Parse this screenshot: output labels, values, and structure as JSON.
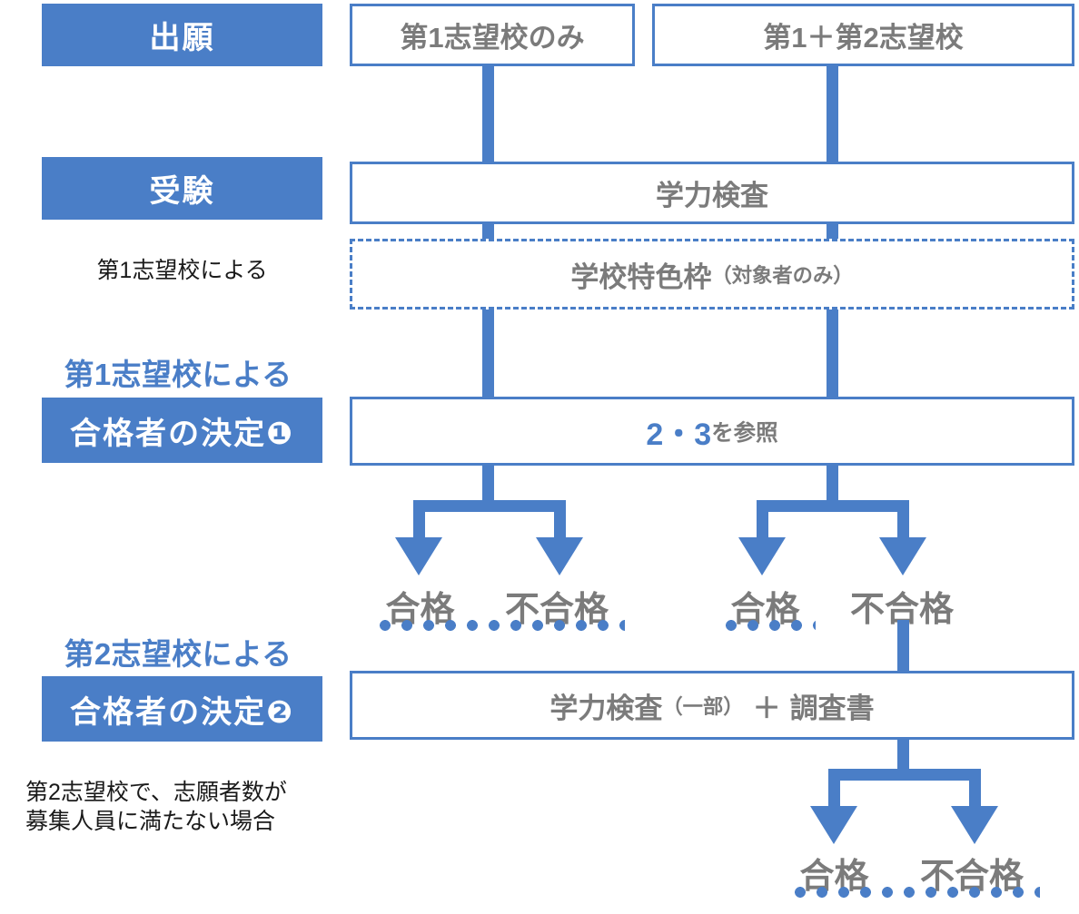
{
  "diagram": {
    "title_semantic": "high-school-admission-selection-flow",
    "colors": {
      "accent_blue": "#4a7ec7",
      "box_text_gray": "#7b7b7b",
      "note_text": "#1a1a1a",
      "chip_text": "#ffffff",
      "background": "#ffffff"
    }
  },
  "stages": [
    {
      "key": "application",
      "chip_label": "出願",
      "over_label": "",
      "note": ""
    },
    {
      "key": "examination",
      "chip_label": "受験",
      "over_label": "",
      "note": "第1志望校による"
    },
    {
      "key": "decision1",
      "chip_label": "合格者の決定❶",
      "over_label": "第1志望校による",
      "note": ""
    },
    {
      "key": "decision2",
      "chip_label": "合格者の決定❷",
      "over_label": "第2志望校による",
      "note": "第2志望校で、志願者数が\n募集人員に満たない場合"
    }
  ],
  "boxes": {
    "application_first_only": "第1志望校のみ",
    "application_first_plus_second": "第1＋第2志望校",
    "academic_test": "学力検査",
    "school_special_frame_main": "学校特色枠",
    "school_special_frame_sub": "（対象者のみ）",
    "reference_numbers": "2・3",
    "reference_suffix": "を参照",
    "second_screen_main": "学力検査",
    "second_screen_sub": "（一部）",
    "second_screen_plus": "＋",
    "second_screen_tail": "調査書"
  },
  "outcomes": {
    "row1": [
      {
        "label": "合格",
        "underlined": true
      },
      {
        "label": "不合格",
        "underlined": true
      },
      {
        "label": "合格",
        "underlined": true
      },
      {
        "label": "不合格",
        "underlined": false
      }
    ],
    "row2": [
      {
        "label": "合格",
        "underlined": true
      },
      {
        "label": "不合格",
        "underlined": true
      }
    ]
  }
}
